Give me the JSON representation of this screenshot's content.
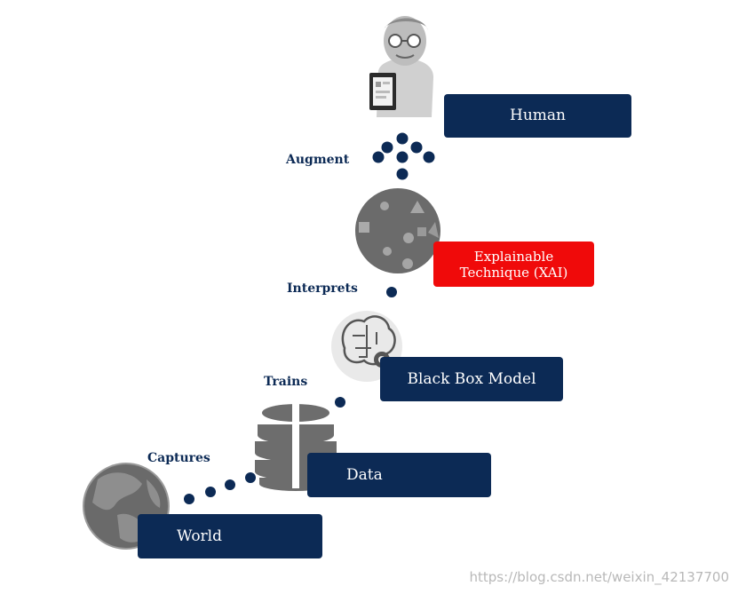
{
  "stages": {
    "human": "Human",
    "xai_line1": "Explainable",
    "xai_line2": "Technique (XAI)",
    "black_box": "Black Box Model",
    "data": "Data",
    "world": "World"
  },
  "verbs": {
    "augment": "Augment",
    "interprets": "Interprets",
    "trains": "Trains",
    "captures": "Captures"
  },
  "icons": {
    "human": "person-with-tablet-icon",
    "xai": "shapes-sphere-icon",
    "black_box": "brain-gear-icon",
    "data": "database-icon",
    "world": "globe-icon"
  },
  "colors": {
    "navy": "#0c2a55",
    "red": "#f00a0a",
    "icon_gray": "#6d6d6d"
  },
  "watermark": "https://blog.csdn.net/weixin_42137700"
}
